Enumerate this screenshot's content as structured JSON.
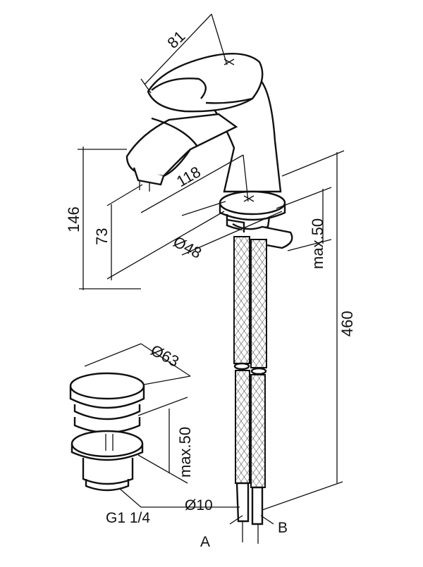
{
  "drawing": {
    "dimensions": {
      "spout_reach": "81",
      "total_height": "146",
      "outlet_height": "73",
      "lever_length": "118",
      "base_diameter": "Ø48",
      "mount_thickness_tap": "max.50",
      "hose_length": "460",
      "waste_diameter": "Ø63",
      "mount_thickness_waste": "max.50",
      "thread": "G1 1/4",
      "hose_diameter": "Ø10"
    },
    "connections": {
      "a": "A",
      "b": "B"
    }
  }
}
